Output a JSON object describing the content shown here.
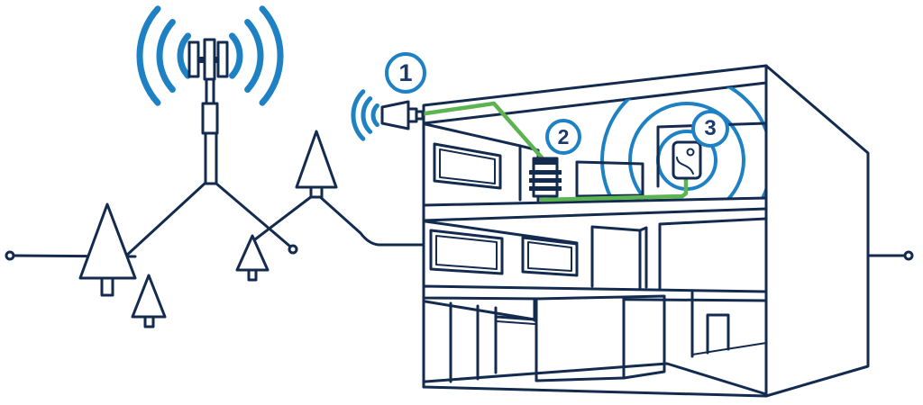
{
  "diagram": {
    "callouts": [
      {
        "number": "1",
        "target": "outdoor-antenna"
      },
      {
        "number": "2",
        "target": "signal-booster-unit"
      },
      {
        "number": "3",
        "target": "indoor-antenna"
      }
    ],
    "colors": {
      "navy": "#132B4F",
      "blue": "#1E81C4",
      "green": "#5CB451",
      "white": "#ffffff",
      "number": "#1B3A6B"
    }
  }
}
